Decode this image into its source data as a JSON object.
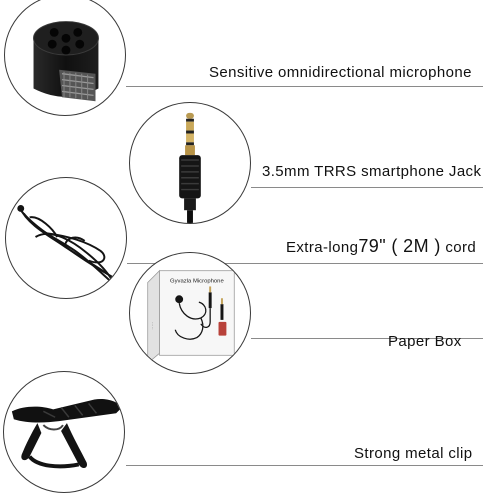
{
  "features": [
    {
      "icon": "microphone-head-icon",
      "label": "Sensitive omnidirectional microphone"
    },
    {
      "icon": "trrs-jack-icon",
      "label": "3.5mm TRRS smartphone Jack"
    },
    {
      "icon": "coiled-cord-icon",
      "label_pre": "Extra-long",
      "label_big": "79\" ( 2M )",
      "label_post": " cord"
    },
    {
      "icon": "paper-box-icon",
      "label": "Paper Box",
      "box_text": "Gyvazla Microphone"
    },
    {
      "icon": "metal-clip-icon",
      "label": "Strong metal clip"
    }
  ]
}
